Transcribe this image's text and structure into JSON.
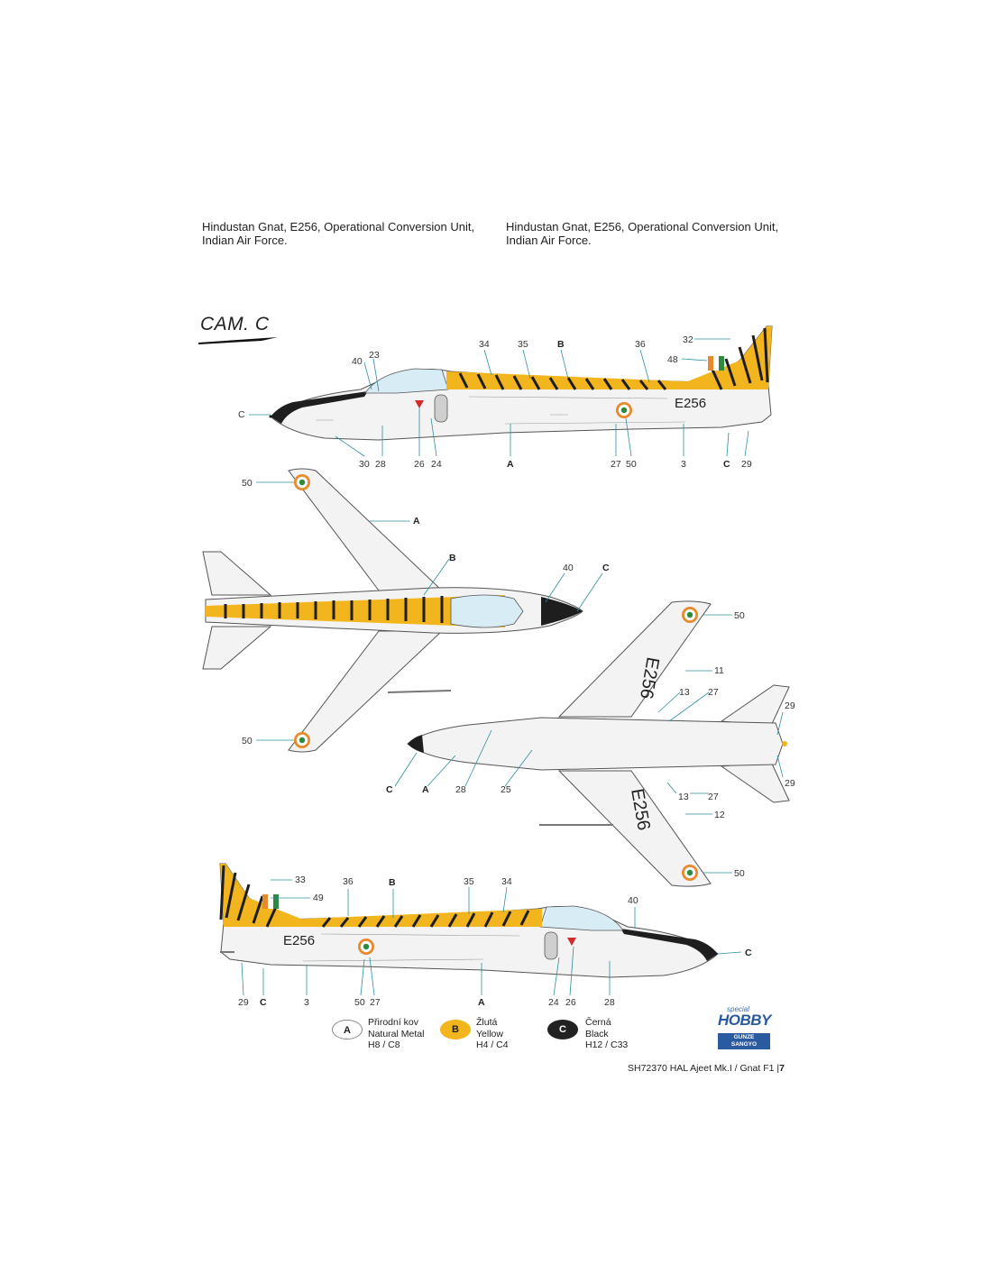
{
  "captions": {
    "left": "Hindustan Gnat, E256, Operational Conversion Unit, Indian Air Force.",
    "right": "Hindustan Gnat, E256, Operational Conversion Unit, Indian Air Force."
  },
  "camouflage_title": "CAM. C",
  "serial": "E256",
  "side_view_top_labels": {
    "top": [
      "40",
      "23",
      "34",
      "35",
      "B",
      "36",
      "32",
      "48"
    ],
    "bottom": [
      "C",
      "30",
      "28",
      "26",
      "24",
      "A",
      "27",
      "50",
      "3",
      "C",
      "29"
    ]
  },
  "top_view_labels": [
    "50",
    "A",
    "B",
    "40",
    "C",
    "50"
  ],
  "bottom_view_labels": [
    "50",
    "11",
    "13",
    "27",
    "29",
    "C",
    "A",
    "28",
    "25",
    "13",
    "27",
    "29",
    "12",
    "50"
  ],
  "side_view_bottom_labels": {
    "top": [
      "33",
      "49",
      "36",
      "B",
      "35",
      "34",
      "40",
      "C"
    ],
    "bottom": [
      "29",
      "C",
      "3",
      "50",
      "27",
      "A",
      "24",
      "26",
      "28"
    ]
  },
  "legend": [
    {
      "code": "A",
      "lines": [
        "Přirodní kov",
        "Natural Metal",
        "H8 / C8"
      ],
      "color": "#ffffff"
    },
    {
      "code": "B",
      "lines": [
        "Žlutá",
        "Yellow",
        "H4 / C4"
      ],
      "color": "#f2b51e"
    },
    {
      "code": "C",
      "lines": [
        "Černá",
        "Black",
        "H12 / C33"
      ],
      "color": "#222222"
    }
  ],
  "logos": {
    "special": "special",
    "hobby": "HOBBY",
    "gunze_line1": "GUNZE",
    "gunze_line2": "SANGYO"
  },
  "footer": {
    "text": "SH72370  HAL Ajeet Mk.I / Gnat F1",
    "page": "7"
  },
  "colors": {
    "natural_metal": "#f4f4f4",
    "yellow": "#f2b51e",
    "black": "#1e1e1e",
    "leader": "#2b8f9e",
    "roundel_saffron": "#e8892b",
    "roundel_green": "#2d8a3e"
  }
}
